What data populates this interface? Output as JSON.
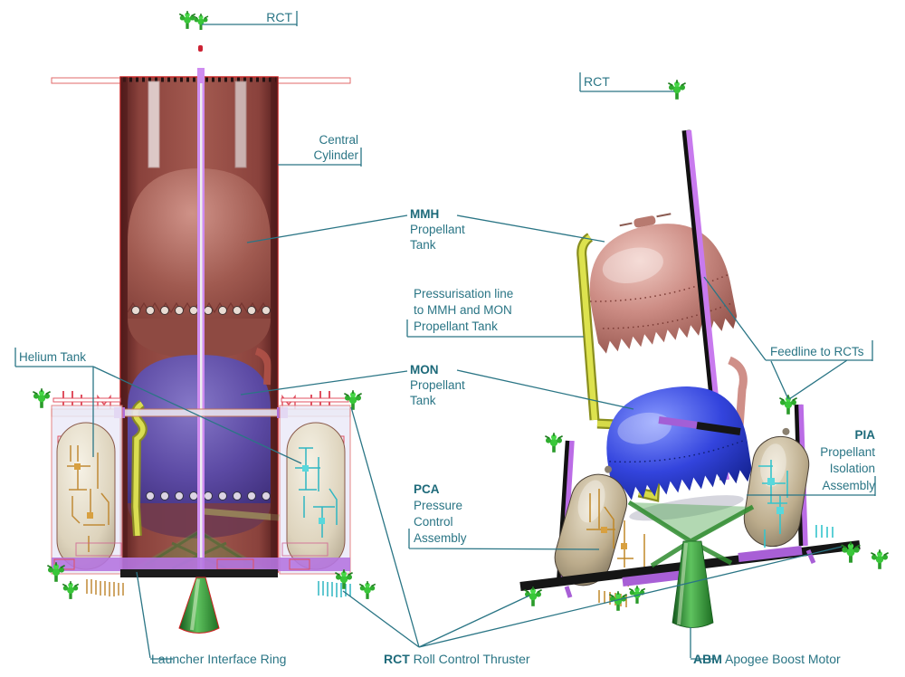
{
  "diagram": {
    "description": "Propulsion module cutaway (left) and exploded view (right)",
    "labels": {
      "rct_top": "RCT",
      "central_cylinder": {
        "line1": "Central",
        "line2": "Cylinder"
      },
      "mmh": {
        "acronym": "MMH",
        "line2": "Propellant",
        "line3": "Tank"
      },
      "pressurisation": {
        "line1": "Pressurisation line",
        "line2": "to MMH and MON",
        "line3": "Propellant Tank"
      },
      "mon": {
        "acronym": "MON",
        "line2": "Propellant",
        "line3": "Tank"
      },
      "helium": "Helium Tank",
      "pca": {
        "acronym": "PCA",
        "line2": "Pressure",
        "line3": "Control",
        "line4": "Assembly"
      },
      "rct_right": "RCT",
      "feedline": "Feedline to RCTs",
      "pia": {
        "acronym": "PIA",
        "line2": "Propellant",
        "line3": "Isolation",
        "line4": "Assembly"
      },
      "launcher_ring": "Launcher Interface Ring",
      "rct_full": {
        "acronym": "RCT",
        "rest": "Roll Control Thruster"
      },
      "abm": {
        "acronym": "ABM",
        "rest": "Apogee Boost Motor"
      }
    },
    "colors": {
      "label_teal": "#2a7585",
      "leader_teal": "#2a7585",
      "cylinder_red_outline": "#cc2a2a",
      "mmh_pink": "#c4837b",
      "mon_blue": "#3344dd",
      "mon_violet": "#5c4aa4",
      "pressurisation_yellow": "#d4da44",
      "feedline_purple": "#c87ae8",
      "ring_purple": "#a865d8",
      "thruster_green": "#30b030",
      "nozzle_green": "#2c8832",
      "helium_ivory": "#eae2d0",
      "helium_tan": "#cfc0a0"
    }
  }
}
